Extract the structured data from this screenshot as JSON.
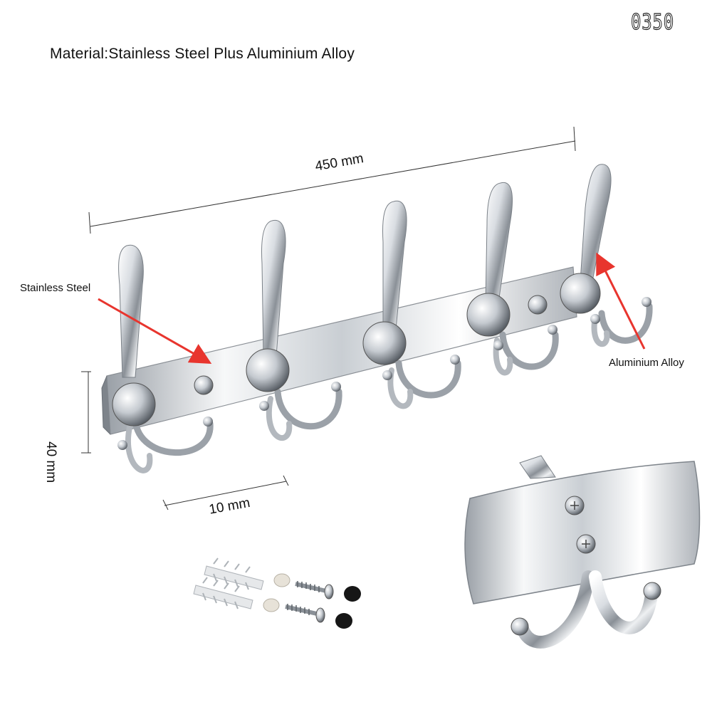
{
  "logo_text": "0350",
  "title": "Material:Stainless Steel Plus Aluminium Alloy",
  "callouts": {
    "stainless": "Stainless Steel",
    "aluminium": "Aluminium Alloy"
  },
  "dimensions": {
    "length": "450 mm",
    "height": "40 mm",
    "spacing": "10 mm"
  },
  "colors": {
    "arrow": "#e8352e",
    "steel_light": "#f4f6f8",
    "steel_dark": "#6b7178"
  }
}
